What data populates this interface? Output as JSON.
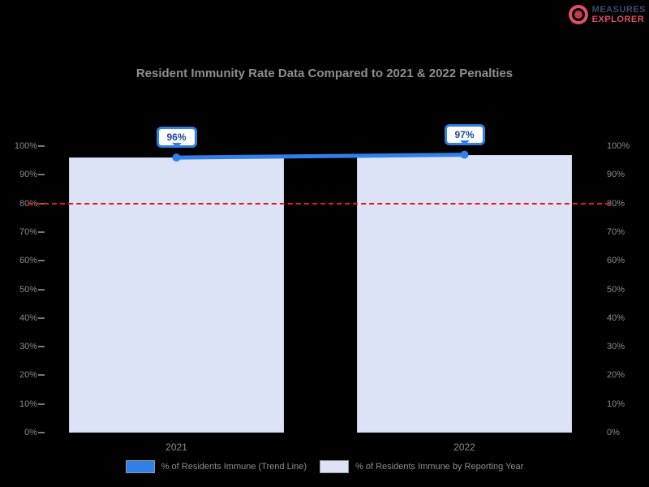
{
  "logo": {
    "line1": "MEASURES",
    "line2": "EXPLORER"
  },
  "colors": {
    "background": "#000000",
    "accent_blue": "#2f80e8",
    "bar_fill": "#dde3f7",
    "reference_red": "#f01515",
    "text_gray": "#8a8a8a",
    "badge_text": "#17498f"
  },
  "chart_data": {
    "type": "bar",
    "subtype": "combo-bar-line",
    "title": "Resident Immunity Rate Data Compared to 2021 & 2022 Penalties",
    "categories": [
      "2021",
      "2022"
    ],
    "series": [
      {
        "name": "% of Residents Immune (Trend Line)",
        "type": "line",
        "values": [
          96,
          97
        ],
        "point_labels": [
          "96%",
          "97%"
        ],
        "color": "#2f80e8"
      },
      {
        "name": "% of Residents Immune by Reporting Year",
        "type": "bar",
        "values": [
          96,
          97
        ],
        "color": "#dde3f7"
      }
    ],
    "reference_line": {
      "value": 80,
      "color": "#f01515",
      "style": "dashed"
    },
    "y_axis": {
      "range": [
        0,
        100
      ],
      "tick_step": 10,
      "tick_labels": [
        "100%",
        "90%",
        "80%",
        "70%",
        "60%",
        "50%",
        "40%",
        "30%",
        "20%",
        "10%",
        "0%"
      ],
      "dual": true
    },
    "x_axis": {
      "labels": [
        "2021",
        "2022"
      ]
    },
    "legend_position": "bottom",
    "grid": false
  }
}
